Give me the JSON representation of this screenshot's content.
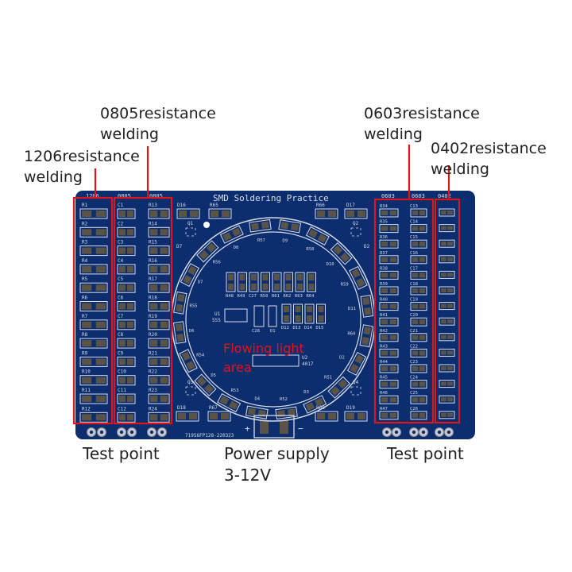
{
  "annotations": {
    "a0805": {
      "line1": "0805resistance",
      "line2": "welding"
    },
    "a1206": {
      "line1": "1206resistance",
      "line2": "welding"
    },
    "a0603": {
      "line1": "0603resistance",
      "line2": "welding"
    },
    "a0402": {
      "line1": "0402resistance",
      "line2": "welding"
    },
    "flowing": {
      "line1": "Flowing light",
      "line2": "area"
    },
    "test_left": "Test point",
    "test_right": "Test point",
    "power": {
      "line1": "Power supply",
      "line2": "3-12V"
    }
  },
  "board": {
    "title": "SMD Soldering Practice",
    "serial": "71956FP128-220323",
    "col_headers": [
      "1206",
      "0805",
      "0805",
      "0603",
      "0603",
      "0402"
    ],
    "col_1206": [
      "R1",
      "R2",
      "R3",
      "R4",
      "R5",
      "R6",
      "R7",
      "R8",
      "R9",
      "R10",
      "R11",
      "R12"
    ],
    "col_0805_c": [
      "C1",
      "C2",
      "C3",
      "C4",
      "C5",
      "C6",
      "C7",
      "C8",
      "C9",
      "C10",
      "C11",
      "C12"
    ],
    "col_0805_r": [
      "R13",
      "R14",
      "R15",
      "R16",
      "R17",
      "R18",
      "R19",
      "R20",
      "R21",
      "R22",
      "R23",
      "R24"
    ],
    "col_0603_r": [
      "R34",
      "R35",
      "R36",
      "R37",
      "R38",
      "R39",
      "R40",
      "R41",
      "R42",
      "R43",
      "R44",
      "R45",
      "R46",
      "R47"
    ],
    "col_0603_c": [
      "C13",
      "C14",
      "C15",
      "C16",
      "C17",
      "C18",
      "C19",
      "C20",
      "C21",
      "C22",
      "C23",
      "C24",
      "C25",
      "C26"
    ],
    "pads_0402_count": 14,
    "misc_labels": {
      "d16": "D16",
      "r65": "R65",
      "r66": "R66",
      "d17": "D17",
      "q1": "Q1",
      "q2": "Q2",
      "q3": "Q3",
      "q4": "Q4",
      "d18": "D18",
      "r67": "R67",
      "r68": "R68",
      "d19": "D19",
      "u1": "U1",
      "u1b": "555",
      "u2": "U2",
      "u2b": "4017",
      "d7": "D7",
      "d2": "D2",
      "c28": "C28",
      "d1": "D1",
      "plus": "+",
      "minus": "−"
    },
    "center_row": [
      "R48",
      "R49",
      "C27",
      "R50",
      "R61",
      "R62",
      "R63",
      "R64"
    ],
    "led_row": [
      "D12",
      "D13",
      "D14",
      "D15"
    ],
    "ring_labels": [
      "D9",
      "R58",
      "D10",
      "R59",
      "D11",
      "R60",
      "D2",
      "R51",
      "D3",
      "R52",
      "D4",
      "R53",
      "D5",
      "R54",
      "D6",
      "R55",
      "D7",
      "R56",
      "D8",
      "R57"
    ]
  },
  "colors": {
    "board": "#0c2d6e",
    "silk": "#d9dde8",
    "pad": "#5a5448",
    "annotation_box": "#e0141b"
  }
}
